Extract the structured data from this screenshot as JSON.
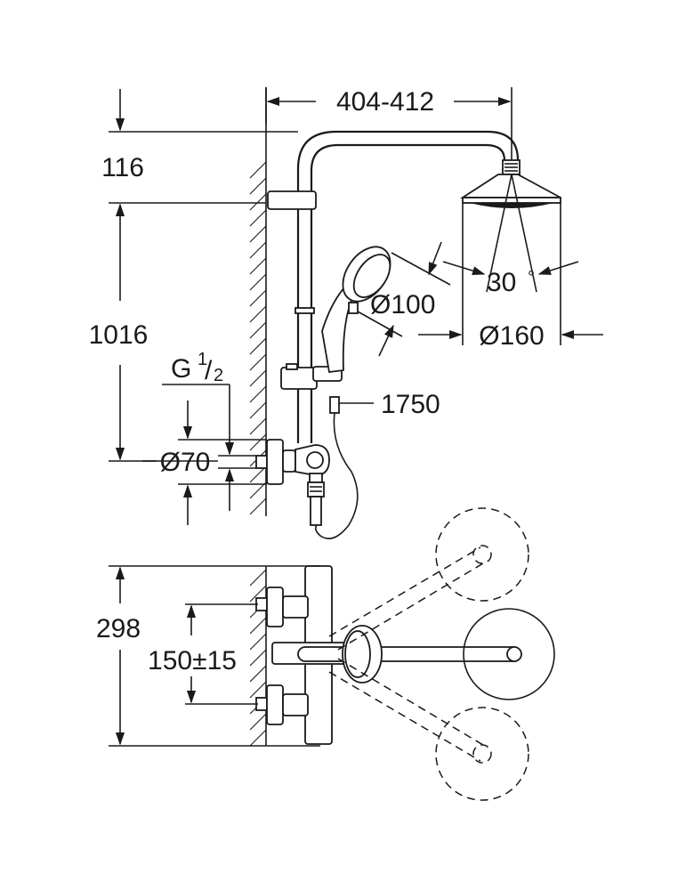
{
  "dimensions": {
    "arm_reach": "404-412",
    "top_offset": "116",
    "rail_height": "1016",
    "thread_main": "G",
    "thread_sup": "1",
    "thread_sub": "2",
    "outlet_diameter": "Ø70",
    "hand_shower_diameter": "Ø100",
    "head_shower_diameter": "Ø160",
    "spray_angle": "30",
    "degree_symbol": "°",
    "hose_length": "1750",
    "mixer_height": "298",
    "inlet_spacing": "150±15"
  }
}
